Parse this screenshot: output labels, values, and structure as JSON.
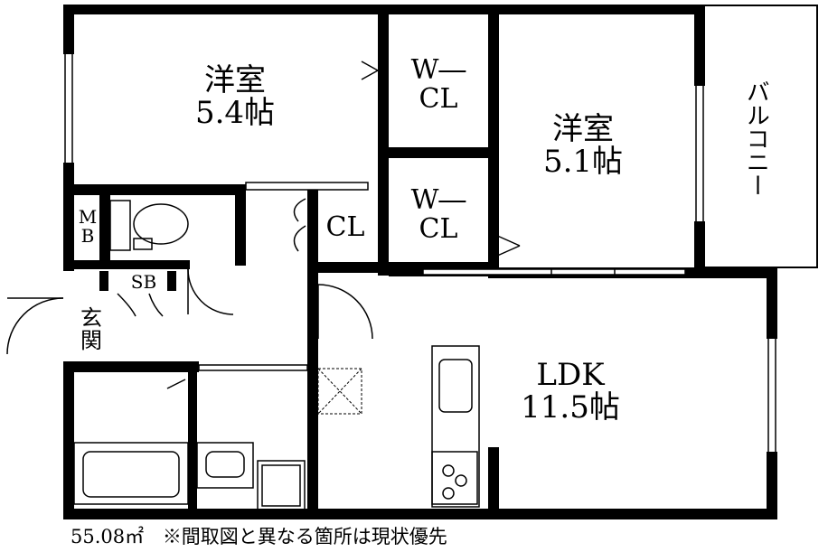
{
  "rooms": {
    "western1": {
      "name": "洋室",
      "size": "5.4帖"
    },
    "wcl1": {
      "line1": "W―",
      "line2": "CL"
    },
    "western2": {
      "name": "洋室",
      "size": "5.1帖"
    },
    "wcl2": {
      "line1": "W―",
      "line2": "CL"
    },
    "cl": "CL",
    "balcony": "バルコニー",
    "mb": {
      "line1": "M",
      "line2": "B"
    },
    "sb": "SB",
    "entrance": {
      "line1": "玄",
      "line2": "関"
    },
    "ldk": {
      "name": "LDK",
      "size": "11.5帖"
    }
  },
  "footer": {
    "area": "55.08㎡",
    "note": "※間取図と異なる箇所は現状優先"
  }
}
